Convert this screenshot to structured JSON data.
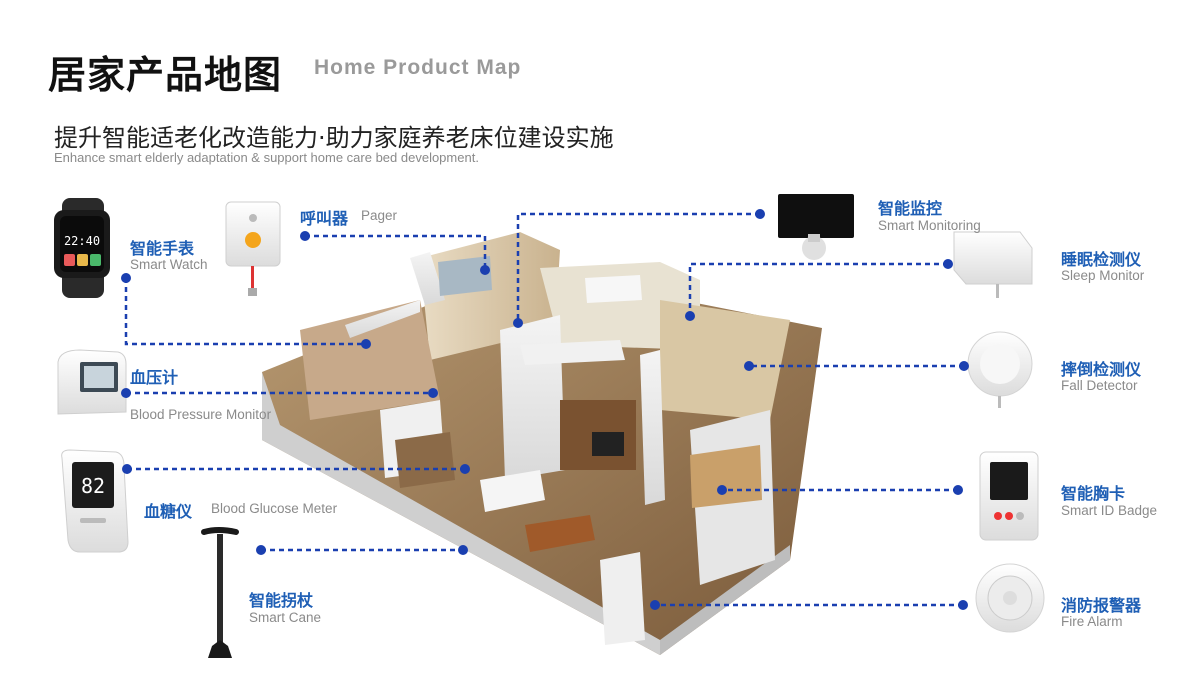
{
  "header": {
    "title": "居家产品地图",
    "title_en": "Home Product Map",
    "subtitle": "提升智能适老化改造能力·助力家庭养老床位建设实施",
    "subtitle_en": "Enhance smart elderly adaptation & support home care bed development."
  },
  "products": {
    "watch": {
      "cn": "智能手表",
      "en": "Smart Watch",
      "screen_time": "22:40"
    },
    "pager": {
      "cn": "呼叫器",
      "en": "Pager"
    },
    "bp": {
      "cn": "血压计",
      "en": "Blood Pressure Monitor"
    },
    "glucose": {
      "cn": "血糖仪",
      "en": "Blood Glucose Meter",
      "reading": "82"
    },
    "cane": {
      "cn": "智能拐杖",
      "en": "Smart Cane"
    },
    "monitoring": {
      "cn": "智能监控",
      "en": "Smart Monitoring"
    },
    "sleep": {
      "cn": "睡眠检测仪",
      "en": "Sleep Monitor"
    },
    "fall": {
      "cn": "摔倒检测仪",
      "en": "Fall Detector"
    },
    "badge": {
      "cn": "智能胸卡",
      "en": "Smart ID Badge"
    },
    "fire": {
      "cn": "消防报警器",
      "en": "Fire Alarm"
    }
  },
  "colors": {
    "accent": "#1f5fb5",
    "connector": "#1a3fb0",
    "title": "#111111",
    "muted": "#8a8a8a"
  }
}
